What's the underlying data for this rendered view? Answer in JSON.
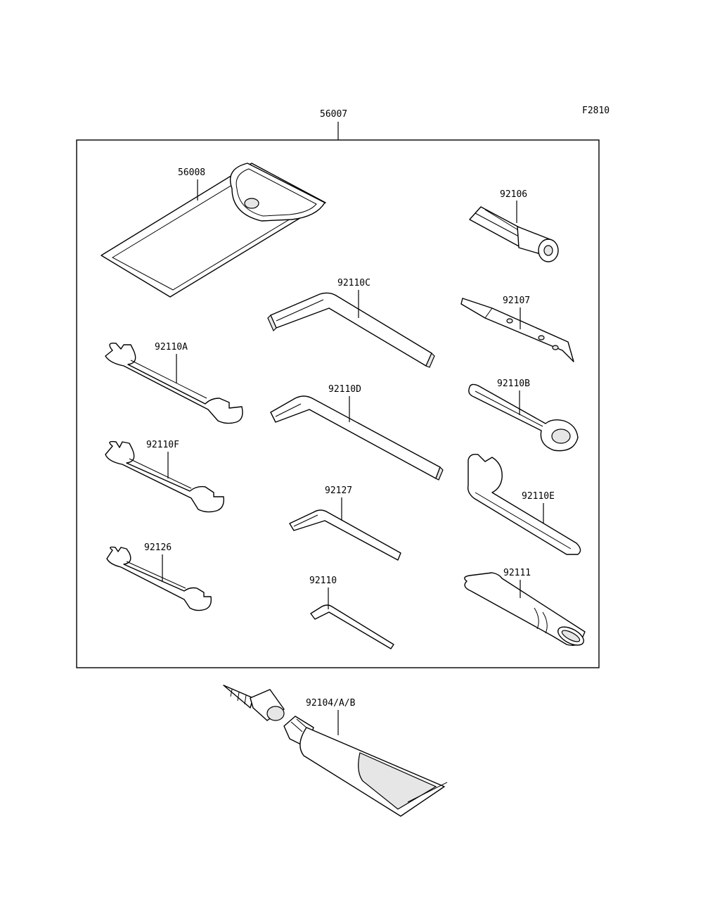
{
  "figure_code": "F2810",
  "kit_label": "56007",
  "parts": {
    "p56008": "56008",
    "p92106": "92106",
    "p92110C": "92110C",
    "p92107": "92107",
    "p92110A": "92110A",
    "p92110D": "92110D",
    "p92110B": "92110B",
    "p92110F": "92110F",
    "p92127": "92127",
    "p92110E": "92110E",
    "p92126": "92126",
    "p92110": "92110",
    "p92111": "92111",
    "p92104": "92104/A/B"
  }
}
